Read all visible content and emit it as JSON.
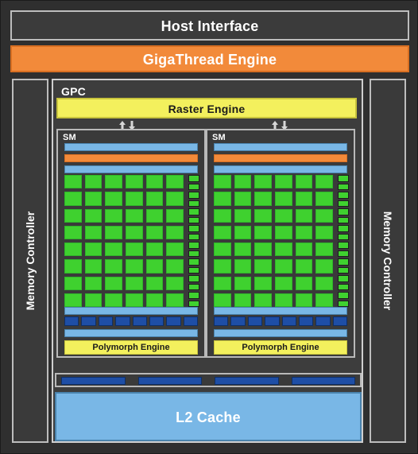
{
  "diagram": {
    "host_interface": "Host Interface",
    "gigathread_engine": "GigaThread Engine",
    "memory_controller_left": "Memory Controller",
    "memory_controller_right": "Memory Controller",
    "gpc_label": "GPC",
    "raster_engine": "Raster Engine",
    "sm_left_label": "SM",
    "sm_right_label": "SM",
    "polymorph_left": "Polymorph Engine",
    "polymorph_right": "Polymorph Engine",
    "l2_cache": "L2 Cache"
  },
  "icons": {
    "arrows_left": "bidirectional-arrows-icon",
    "arrows_right": "bidirectional-arrows-icon"
  },
  "colors": {
    "orange": "#f28a3a",
    "yellow": "#f3f05d",
    "blue": "#79b7e6",
    "dark_blue": "#1e4ea6",
    "green": "#3fd12f"
  }
}
